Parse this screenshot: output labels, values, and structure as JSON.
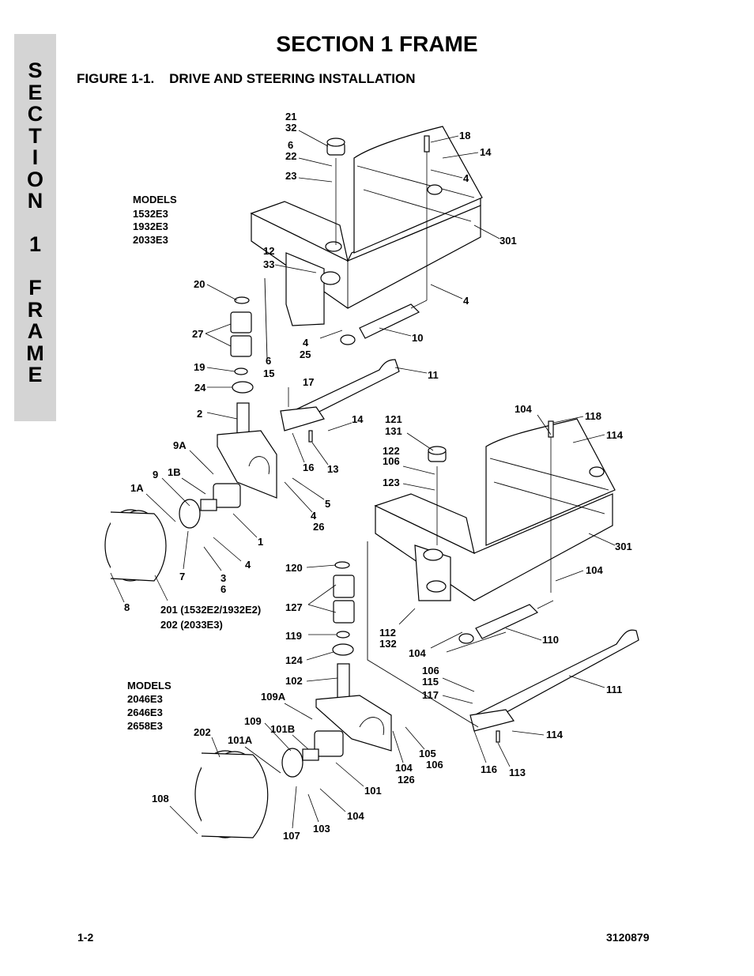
{
  "header": {
    "title": "SECTION 1  FRAME",
    "figure_title": "FIGURE 1-1.    DRIVE AND STEERING INSTALLATION"
  },
  "side_tab": {
    "letters": [
      "S",
      "E",
      "C",
      "T",
      "I",
      "O",
      "N",
      "",
      "1",
      "",
      "F",
      "R",
      "A",
      "M",
      "E"
    ]
  },
  "models_top": {
    "heading": "MODELS",
    "items": [
      "1532E3",
      "1932E3",
      "2033E3"
    ]
  },
  "models_bottom": {
    "heading": "MODELS",
    "items": [
      "2046E3",
      "2646E3",
      "2658E3"
    ]
  },
  "callouts": [
    "21",
    "32",
    "6",
    "22",
    "23",
    "18",
    "14",
    "4",
    "301",
    "12",
    "33",
    "20",
    "4",
    "27",
    "10",
    "4",
    "25",
    "19",
    "6",
    "15",
    "11",
    "17",
    "24",
    "2",
    "14",
    "16",
    "13",
    "9A",
    "5",
    "4",
    "26",
    "9",
    "1B",
    "1A",
    "1",
    "4",
    "7",
    "3",
    "6",
    "8",
    "201 (1532E2/1932E2)",
    "202 (2033E3)",
    "121",
    "131",
    "104",
    "118",
    "114",
    "122",
    "106",
    "123",
    "301",
    "120",
    "104",
    "127",
    "119",
    "112",
    "132",
    "104",
    "110",
    "124",
    "102",
    "106",
    "115",
    "117",
    "111",
    "109A",
    "109",
    "101B",
    "202",
    "101A",
    "114",
    "105",
    "106",
    "104",
    "126",
    "116",
    "113",
    "101",
    "108",
    "104",
    "103",
    "107"
  ],
  "footer": {
    "page": "1-2",
    "doc_number": "3120879"
  }
}
